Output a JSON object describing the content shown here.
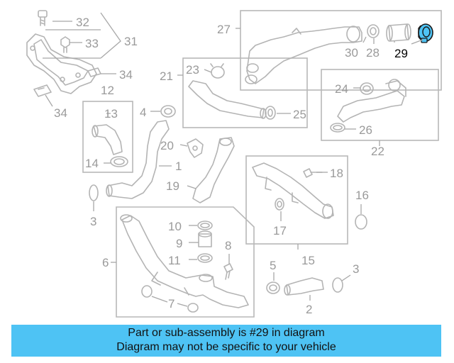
{
  "banner": {
    "line1": "Part or sub-assembly is #29 in diagram",
    "line2": "Diagram may not be specific to your vehicle",
    "color": "#4ec3f4"
  },
  "highlight": {
    "part": "29",
    "fill_color": "#4ec3f4",
    "label_color": "#000000"
  },
  "labels": {
    "n32": "32",
    "n33": "33",
    "n31": "31",
    "n34a": "34",
    "n12": "12",
    "n34b": "34",
    "n27": "27",
    "n30": "30",
    "n28": "28",
    "n29": "29",
    "n21": "21",
    "n23": "23",
    "n25": "25",
    "n24": "24",
    "n26": "26",
    "n22": "22",
    "n13": "13",
    "n14": "14",
    "n4": "4",
    "n20": "20",
    "n1": "1",
    "n19": "19",
    "n3a": "3",
    "n18": "18",
    "n16": "16",
    "n17": "17",
    "n15": "15",
    "n6": "6",
    "n10": "10",
    "n9": "9",
    "n11": "11",
    "n8": "8",
    "n7": "7",
    "n5": "5",
    "n3b": "3",
    "n2": "2"
  }
}
